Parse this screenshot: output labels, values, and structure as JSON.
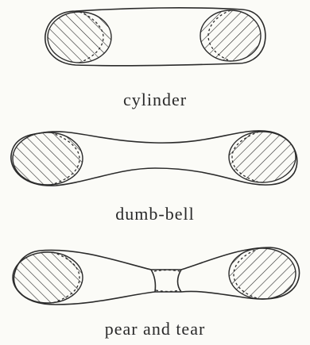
{
  "figures": [
    {
      "caption": "cylinder"
    },
    {
      "caption": "dumb-bell"
    },
    {
      "caption": "pear and tear"
    }
  ]
}
